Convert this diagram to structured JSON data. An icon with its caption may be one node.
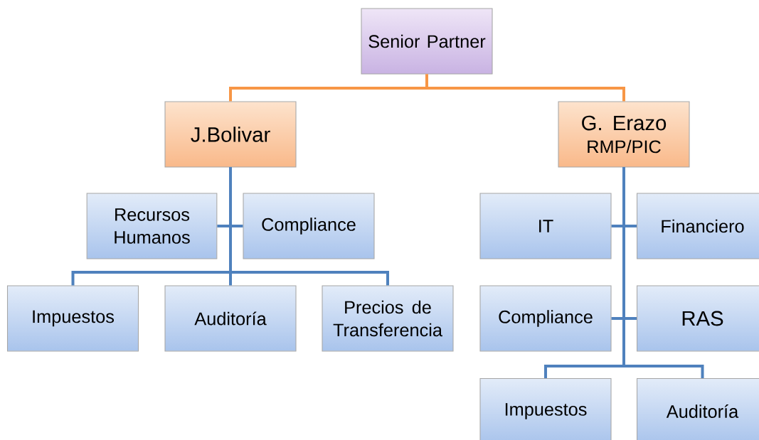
{
  "diagram": {
    "nodes": [
      {
        "text": [
          "Senior Partner"
        ]
      },
      {
        "text": [
          "J.Bolivar"
        ]
      },
      {
        "text": [
          "G. Erazo",
          "RMP/PIC"
        ]
      },
      {
        "text": [
          "Recursos Humanos"
        ]
      },
      {
        "text": [
          "Compliance"
        ]
      },
      {
        "text": [
          "Impuestos"
        ]
      },
      {
        "text": [
          "Auditoría"
        ]
      },
      {
        "text": [
          "Precios de Transferencia"
        ]
      },
      {
        "text": [
          "IT"
        ]
      },
      {
        "text": [
          "Financiero"
        ]
      },
      {
        "text": [
          "Compliance"
        ]
      },
      {
        "text": [
          "RAS"
        ]
      },
      {
        "text": [
          "Impuestos"
        ]
      },
      {
        "text": [
          "Auditoría"
        ]
      }
    ],
    "edges": [
      {
        "from": 0,
        "to": 1,
        "arrow": "none",
        "color": "#f79646"
      },
      {
        "from": 0,
        "to": 2,
        "arrow": "none",
        "color": "#f79646"
      },
      {
        "from": 1,
        "to": 3,
        "arrow": "none"
      },
      {
        "from": 1,
        "to": 4,
        "arrow": "none"
      },
      {
        "from": 1,
        "to": 5,
        "arrow": "none"
      },
      {
        "from": 1,
        "to": 6,
        "arrow": "none"
      },
      {
        "from": 1,
        "to": 7,
        "arrow": "none"
      },
      {
        "from": 2,
        "to": 8,
        "arrow": "none"
      },
      {
        "from": 2,
        "to": 9,
        "arrow": "none"
      },
      {
        "from": 2,
        "to": 10,
        "arrow": "none"
      },
      {
        "from": 2,
        "to": 11,
        "arrow": "none"
      },
      {
        "from": 2,
        "to": 12,
        "arrow": "none"
      },
      {
        "from": 2,
        "to": 13,
        "arrow": "none"
      }
    ]
  }
}
